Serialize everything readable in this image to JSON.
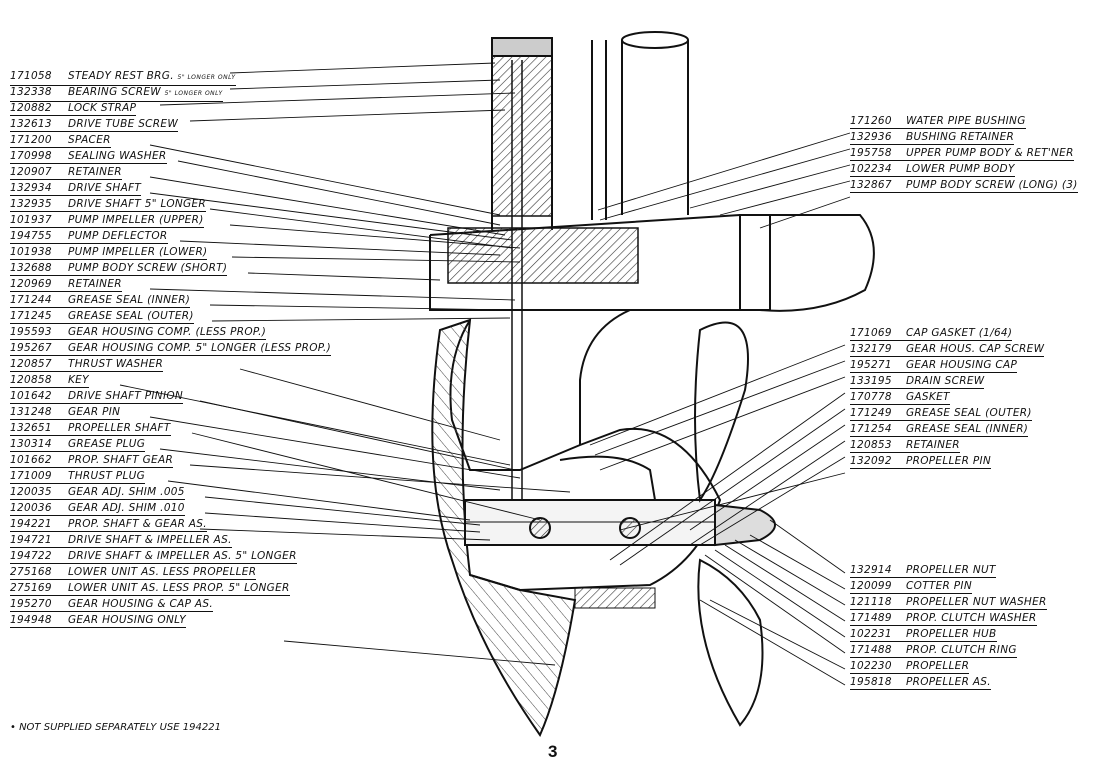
{
  "left_parts": [
    {
      "num": "171058",
      "name": "Steady Rest Brg.",
      "note": "5\" Longer Only"
    },
    {
      "num": "132338",
      "name": "Bearing Screw",
      "note": "5\" Longer Only"
    },
    {
      "num": "120882",
      "name": "Lock Strap"
    },
    {
      "num": "132613",
      "name": "Drive Tube Screw"
    },
    {
      "num": "171200",
      "name": "Spacer"
    },
    {
      "num": "170998",
      "name": "Sealing Washer"
    },
    {
      "num": "120907",
      "name": "Retainer"
    },
    {
      "num": "132934",
      "name": "Drive Shaft"
    },
    {
      "num": "132935",
      "name": "Drive Shaft 5\" Longer"
    },
    {
      "num": "101937",
      "name": "Pump Impeller (Upper)"
    },
    {
      "num": "194755",
      "name": "Pump Deflector"
    },
    {
      "num": "101938",
      "name": "Pump Impeller (Lower)"
    },
    {
      "num": "132688",
      "name": "Pump Body Screw (Short)"
    },
    {
      "num": "120969",
      "name": "Retainer"
    },
    {
      "num": "171244",
      "name": "Grease Seal (Inner)"
    },
    {
      "num": "171245",
      "name": "Grease Seal (Outer)"
    },
    {
      "num": "195593",
      "name": "Gear Housing Comp. (Less Prop.)"
    },
    {
      "num": "195267",
      "name": "Gear Housing Comp. 5\" Longer (Less Prop.)"
    },
    {
      "num": "120857",
      "name": "Thrust Washer"
    },
    {
      "num": "120858",
      "name": "Key"
    },
    {
      "num": "101642",
      "name": "Drive Shaft Pinion"
    },
    {
      "num": "131248",
      "name": "Gear Pin"
    },
    {
      "num": "132651",
      "name": "Propeller Shaft"
    },
    {
      "num": "130314",
      "name": "Grease Plug"
    },
    {
      "num": "101662",
      "name": "Prop. Shaft Gear"
    },
    {
      "num": "171009",
      "name": "Thrust Plug"
    },
    {
      "num": "120035",
      "name": "Gear Adj. Shim .005"
    },
    {
      "num": "120036",
      "name": "Gear Adj. Shim .010"
    },
    {
      "num": "194221",
      "name": "Prop. Shaft & Gear As."
    },
    {
      "num": "194721",
      "name": "Drive Shaft & Impeller As."
    },
    {
      "num": "194722",
      "name": "Drive Shaft & Impeller As. 5\" Longer"
    },
    {
      "num": "275168",
      "name": "Lower Unit As. Less Propeller"
    },
    {
      "num": "275169",
      "name": "Lower Unit As. Less Prop. 5\" Longer"
    },
    {
      "num": "195270",
      "name": "Gear Housing & Cap As."
    },
    {
      "num": "194948",
      "name": "Gear Housing Only"
    }
  ],
  "right_parts_top": [
    {
      "num": "171260",
      "name": "Water Pipe Bushing"
    },
    {
      "num": "132936",
      "name": "Bushing Retainer"
    },
    {
      "num": "195758",
      "name": "Upper Pump Body & Ret'ner"
    },
    {
      "num": "102234",
      "name": "Lower Pump Body"
    },
    {
      "num": "132867",
      "name": "Pump Body Screw (Long) (3)"
    }
  ],
  "right_parts_mid": [
    {
      "num": "171069",
      "name": "Cap Gasket (1/64)"
    },
    {
      "num": "132179",
      "name": "Gear Hous. Cap Screw"
    },
    {
      "num": "195271",
      "name": "Gear Housing Cap"
    },
    {
      "num": "133195",
      "name": "Drain Screw"
    },
    {
      "num": "170778",
      "name": "Gasket"
    },
    {
      "num": "171249",
      "name": "Grease Seal (Outer)"
    },
    {
      "num": "171254",
      "name": "Grease Seal (Inner)"
    },
    {
      "num": "120853",
      "name": "Retainer"
    },
    {
      "num": "132092",
      "name": "Propeller Pin"
    }
  ],
  "right_parts_bottom": [
    {
      "num": "132914",
      "name": "Propeller Nut"
    },
    {
      "num": "120099",
      "name": "Cotter Pin"
    },
    {
      "num": "121118",
      "name": "Propeller Nut Washer"
    },
    {
      "num": "171489",
      "name": "Prop. Clutch Washer"
    },
    {
      "num": "102231",
      "name": "Propeller Hub"
    },
    {
      "num": "171488",
      "name": "Prop. Clutch Ring"
    },
    {
      "num": "102230",
      "name": "Propeller"
    },
    {
      "num": "195818",
      "name": "Propeller As."
    }
  ],
  "footnote": "• Not Supplied Separately Use 194221",
  "page_number": "3"
}
